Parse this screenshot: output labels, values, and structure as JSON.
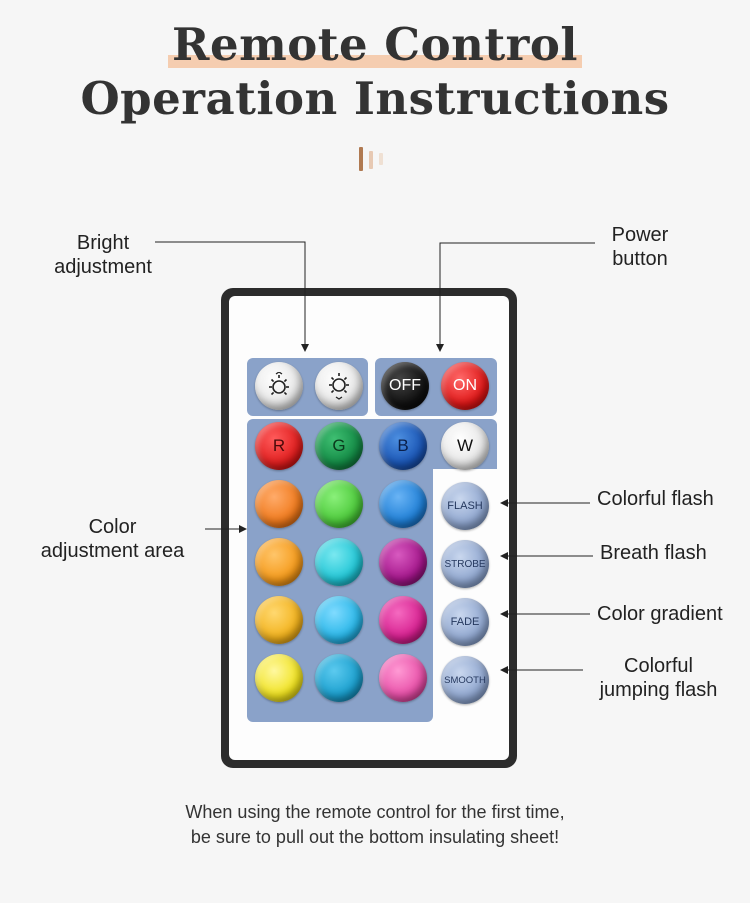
{
  "title": {
    "line1": "Remote Control",
    "line2": "Operation Instructions"
  },
  "labels": {
    "bright": [
      "Bright",
      "adjustment"
    ],
    "power": [
      "Power",
      "button"
    ],
    "color_area": [
      "Color",
      "adjustment area"
    ],
    "flash": "Colorful flash",
    "breath": "Breath flash",
    "gradient": "Color gradient",
    "jumping": [
      "Colorful",
      "jumping flash"
    ]
  },
  "buttons": {
    "bright_up_icon": "sun-up-icon",
    "bright_down_icon": "sun-down-icon",
    "off": "OFF",
    "on": "ON",
    "r": "R",
    "g": "G",
    "b": "B",
    "w": "W",
    "flash": "FLASH",
    "strobe": "STROBE",
    "fade": "FADE",
    "smooth": "SMOOTH"
  },
  "colors": {
    "accent": "#f5cdb0",
    "panel": "#8aa2c9",
    "row1": [
      "#f07a1c",
      "#4cc93a",
      "#1f7fd6"
    ],
    "row2": [
      "#f59a1a",
      "#20c6d6",
      "#a3158a"
    ],
    "row3": [
      "#f2b21c",
      "#28b6e8",
      "#d61f8f"
    ],
    "row4": [
      "#f0e21e",
      "#1a9fce",
      "#e84fa8"
    ],
    "deco": [
      "#b07a52",
      "#e7c9b3",
      "#efe0d3"
    ]
  },
  "footer": {
    "line1": "When using the remote control for the first time,",
    "line2": "be sure to pull out the bottom insulating sheet!"
  }
}
